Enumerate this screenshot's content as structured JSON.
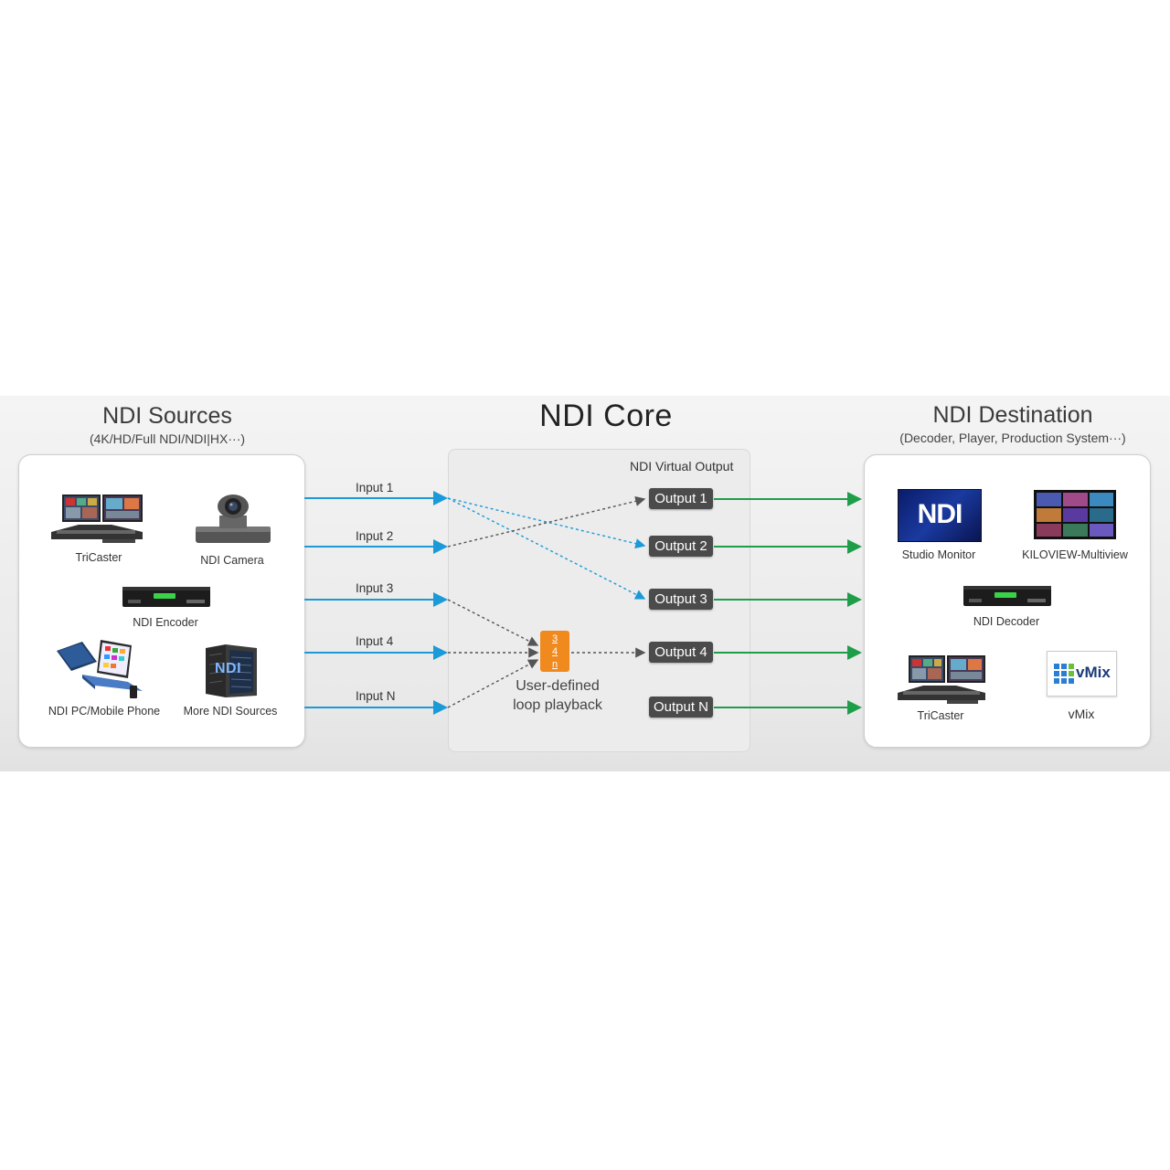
{
  "sources": {
    "title": "NDI Sources",
    "subtitle": "(4K/HD/Full NDI/NDI|HX···)",
    "devices": [
      "TriCaster",
      "NDI Camera",
      "NDI Encoder",
      "NDI PC/Mobile Phone",
      "More NDI Sources"
    ],
    "more_logo": "NDI"
  },
  "core": {
    "title": "NDI Core",
    "virtual_output_label": "NDI Virtual Output",
    "inputs": [
      "Input 1",
      "Input 2",
      "Input 3",
      "Input 4",
      "Input N"
    ],
    "outputs": [
      "Output 1",
      "Output 2",
      "Output 3",
      "Output 4",
      "Output N"
    ],
    "loop_box": [
      "3",
      "4",
      "n"
    ],
    "loop_text_line1": "User-defined",
    "loop_text_line2": "loop playback"
  },
  "destination": {
    "title": "NDI Destination",
    "subtitle": "(Decoder, Player, Production System···)",
    "devices": [
      "Studio Monitor",
      "KILOVIEW-Multiview",
      "NDI Decoder",
      "TriCaster",
      "vMix"
    ],
    "monitor_logo": "NDI",
    "vmix_logo": "vMix"
  },
  "colors": {
    "input_line": "#1a9ad8",
    "output_line": "#1f9e4a",
    "dotted_blue": "#1a9ad8",
    "dotted_gray": "#555555",
    "output_box": "#4b4b4b",
    "loop_box": "#f08a1e"
  }
}
